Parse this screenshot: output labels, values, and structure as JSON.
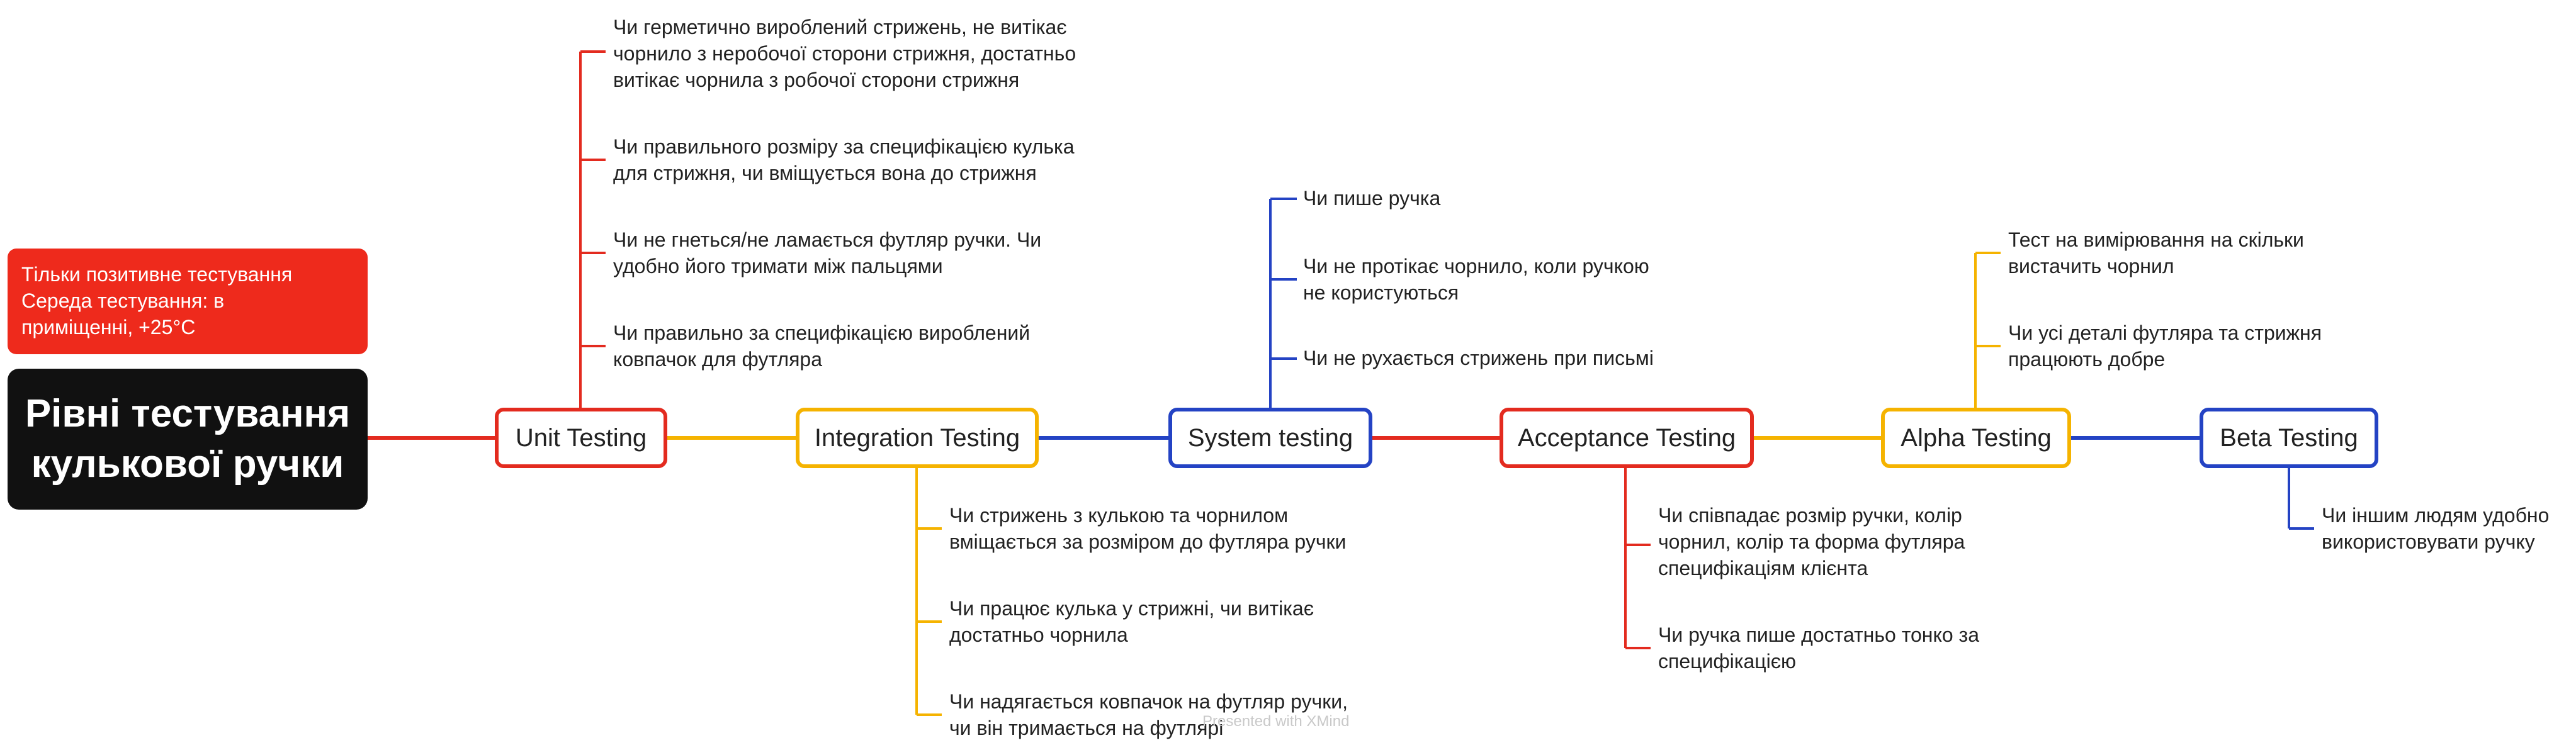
{
  "colors": {
    "red": "#e32b1f",
    "yellow": "#f5b300",
    "blue": "#2443c4",
    "root_bg": "#111111",
    "note_bg": "#ee2a1c"
  },
  "root": {
    "lines": [
      "Рівні тестування",
      "кулькової ручки"
    ]
  },
  "note": {
    "lines": [
      "Тільки позитивне тестування",
      "Середа тестування: в",
      "приміщенні, +25°C"
    ]
  },
  "topics": [
    {
      "label": "Unit Testing",
      "color": "red"
    },
    {
      "label": "Integration Testing",
      "color": "yellow"
    },
    {
      "label": "System testing",
      "color": "blue"
    },
    {
      "label": "Acceptance Testing",
      "color": "red"
    },
    {
      "label": "Alpha Testing",
      "color": "yellow"
    },
    {
      "label": "Beta Testing",
      "color": "blue"
    }
  ],
  "unit_items": [
    {
      "lines": [
        "Чи герметично вироблений стрижень,  не витікає",
        "чорнило з неробочої сторони стрижня, достатньо",
        "витікає чорнила з робочої сторони стрижня"
      ]
    },
    {
      "lines": [
        "Чи правильного розміру за специфікацією кулька",
        "для стрижня, чи вміщується вона до стрижня"
      ]
    },
    {
      "lines": [
        "Чи не гнеться/не ламається футляр ручки. Чи",
        "удобно його тримати між пальцями"
      ]
    },
    {
      "lines": [
        "Чи правильно за специфікацією вироблений",
        "ковпачок для футляра"
      ]
    }
  ],
  "integration_items": [
    {
      "lines": [
        "Чи стрижень з кулькою та чорнилом",
        "вміщається за розміром до футляра ручки"
      ]
    },
    {
      "lines": [
        "Чи працює кулька у стрижні, чи витікає",
        "достатньо чорнила"
      ]
    },
    {
      "lines": [
        "Чи надягається ковпачок на футляр ручки,",
        "чи він тримається на футлярі"
      ]
    }
  ],
  "system_items": [
    {
      "lines": [
        "Чи пише ручка"
      ]
    },
    {
      "lines": [
        "Чи не протікає чорнило, коли ручкою",
        "не користуються"
      ]
    },
    {
      "lines": [
        "Чи не рухається стрижень при письмі"
      ]
    }
  ],
  "acceptance_items": [
    {
      "lines": [
        "Чи співпадає розмір ручки, колір",
        "чорнил, колір та форма футляра",
        "специфікаціям клієнта"
      ]
    },
    {
      "lines": [
        "Чи ручка пише достатньо тонко за",
        "специфікацією"
      ]
    }
  ],
  "alpha_items": [
    {
      "lines": [
        "Тест на вимірювання на скільки",
        "вистачить чорнил"
      ]
    },
    {
      "lines": [
        "Чи усі деталі футляра та стрижня",
        "працюють добре"
      ]
    }
  ],
  "beta_items": [
    {
      "lines": [
        "Чи іншим людям удобно",
        "використовувати ручку"
      ]
    }
  ],
  "watermark": "Presented with XMind"
}
